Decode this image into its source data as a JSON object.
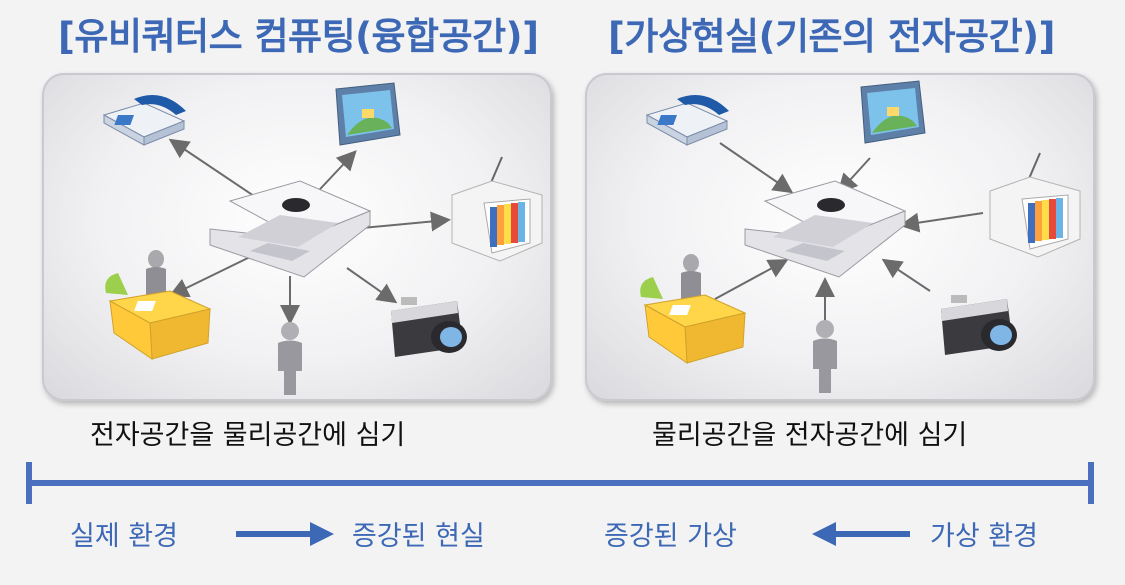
{
  "left": {
    "title": "[유비쿼터스 컴퓨팅(융합공간)]",
    "caption": "전자공간을 물리공간에 심기"
  },
  "right": {
    "title": "[가상현실(기존의 전자공간)]",
    "caption": "물리공간을 전자공간에 심기"
  },
  "axis": {
    "labels": [
      "실제 환경",
      "증강된 현실",
      "증강된 가상",
      "가상 환경"
    ]
  },
  "colors": {
    "accent": "#3d68b6",
    "axis": "#4a6fbf",
    "arrow_gray": "#6b6b6b"
  },
  "icons": [
    "telephone-icon",
    "monitor-icon",
    "laptop-icon",
    "tv-icon",
    "camera-icon",
    "desk-person-icon",
    "person-icon"
  ]
}
